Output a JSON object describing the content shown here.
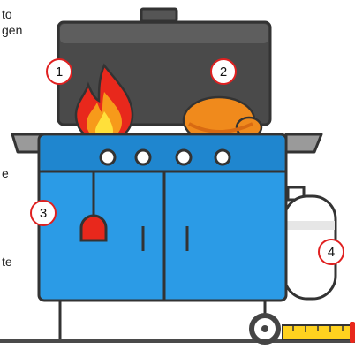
{
  "text_fragments": [
    {
      "id": "frag-to",
      "text": "to"
    },
    {
      "id": "frag-gen",
      "text": "gen"
    },
    {
      "id": "frag-e",
      "text": "e"
    },
    {
      "id": "frag-te",
      "text": "te"
    }
  ],
  "markers": {
    "m1": "1",
    "m2": "2",
    "m3": "3",
    "m4": "4"
  },
  "colors": {
    "outline": "#333333",
    "lid": "#4a4a4a",
    "lid_top": "#5e5e5e",
    "grill_body": "#2b9be6",
    "grill_top": "#1f86cf",
    "side_shelf": "#9a9a9a",
    "flame_outer": "#e8281c",
    "flame_mid": "#f79a1a",
    "flame_inner": "#ffe03a",
    "chicken": "#f08a1c",
    "chicken_shadow": "#d86a12",
    "knob": "#ffffff",
    "igniter": "#e8281c",
    "tank": "#ffffff",
    "tank_band": "#e6e6e6",
    "tape": "#ffd21f",
    "marker_ring": "#e02020"
  }
}
